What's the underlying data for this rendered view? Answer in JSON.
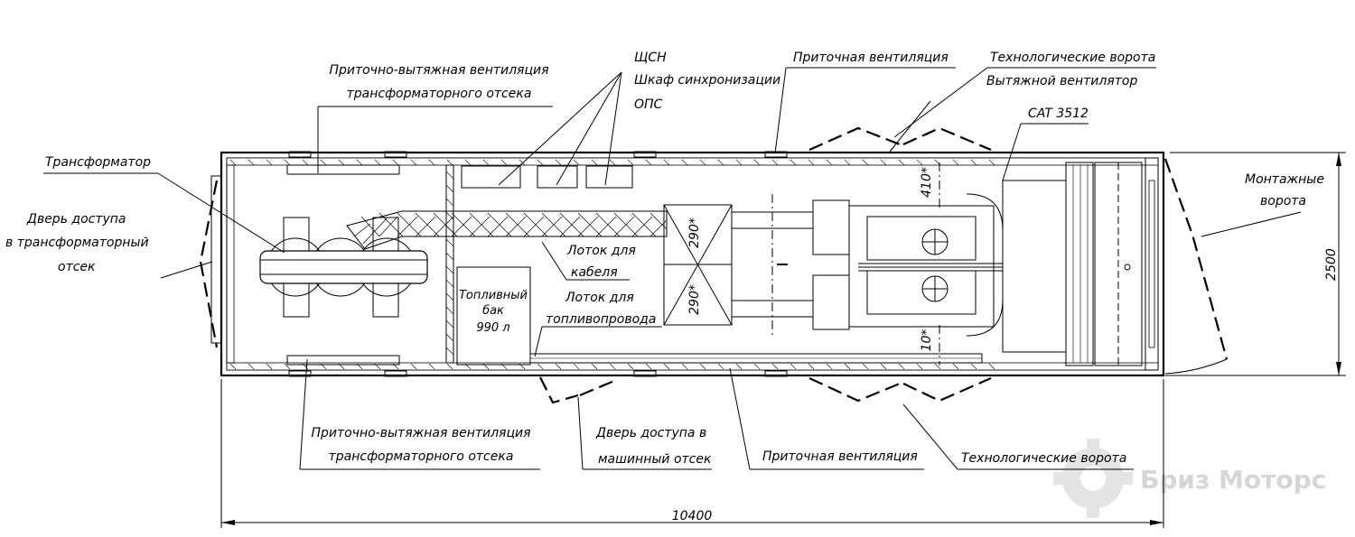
{
  "labels": {
    "vent_transformer_top_1": "Приточно-вытяжная вентиляция",
    "vent_transformer_top_2": "трансформаторного отсека",
    "shsn": "ЩСН",
    "sync_cabinet": "Шкаф синхронизации",
    "ops": "ОПС",
    "supply_vent_top": "Приточная вентиляция",
    "tech_gate_top": "Технологические ворота",
    "exhaust_fan": "Вытяжной вентилятор",
    "engine": "CAT 3512",
    "transformer": "Трансформатор",
    "door_transformer_1": "Дверь доступа",
    "door_transformer_2": "в трансформаторный",
    "door_transformer_3": "отсек",
    "mount_gate_1": "Монтажные",
    "mount_gate_2": "ворота",
    "fuel_tank_1": "Топливный",
    "fuel_tank_2": "бак",
    "fuel_tank_3": "990 л",
    "cable_tray_1": "Лоток для",
    "cable_tray_2": "кабеля",
    "fuel_tray_1": "Лоток для",
    "fuel_tray_2": "топливопровода",
    "vent_transformer_bottom_1": "Приточно-вытяжная вентиляция",
    "vent_transformer_bottom_2": "трансформаторного отсека",
    "door_machine_1": "Дверь доступа в",
    "door_machine_2": "машинный отсек",
    "supply_vent_bottom": "Приточная вентиляция",
    "tech_gate_bottom": "Технологические ворота"
  },
  "dimensions": {
    "length": "10400",
    "width": "2500",
    "dim_290_top": "290*",
    "dim_290_bottom": "290*",
    "dim_410": "410*",
    "dim_10": "10*"
  },
  "watermark": {
    "text": "Бриз Моторс"
  }
}
